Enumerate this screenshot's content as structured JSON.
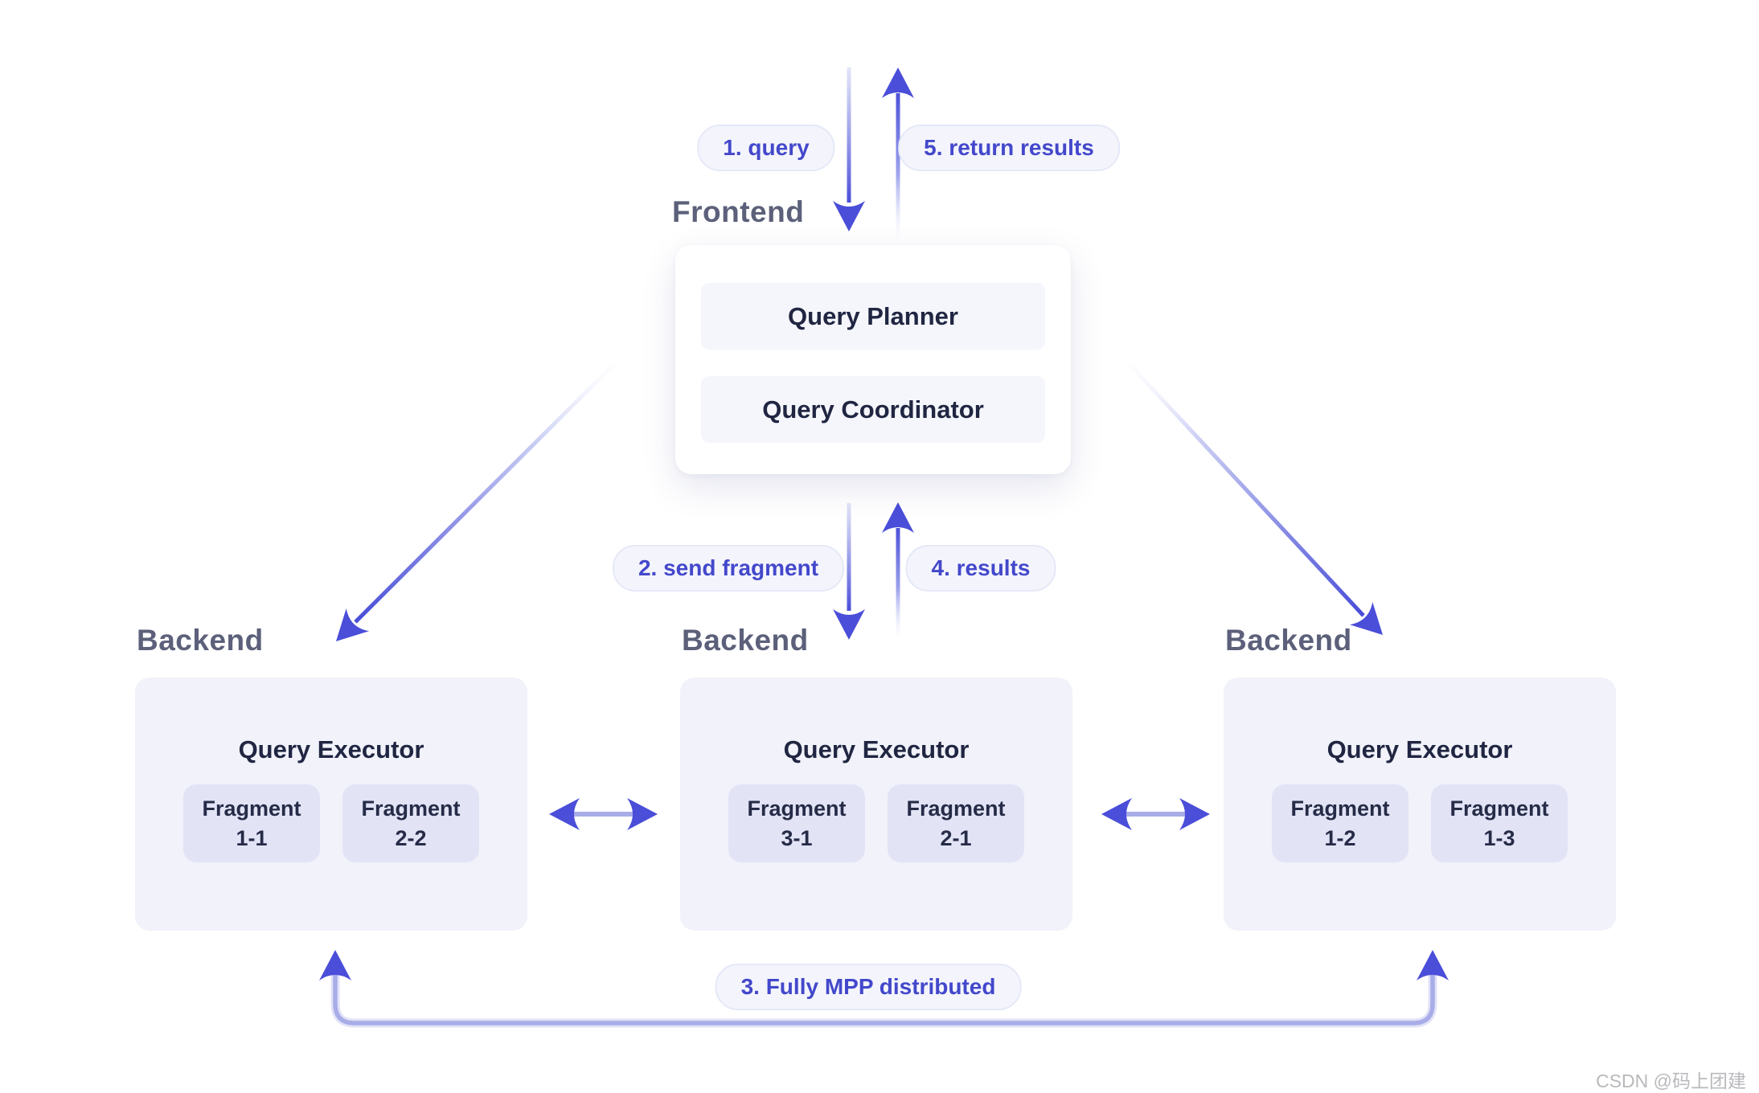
{
  "diagram": {
    "frontend": {
      "label": "Frontend",
      "components": {
        "planner": "Query Planner",
        "coordinator": "Query Coordinator"
      }
    },
    "backends": [
      {
        "label": "Backend",
        "title": "Query Executor",
        "fragments": [
          {
            "word": "Fragment",
            "id": "1-1"
          },
          {
            "word": "Fragment",
            "id": "2-2"
          }
        ]
      },
      {
        "label": "Backend",
        "title": "Query Executor",
        "fragments": [
          {
            "word": "Fragment",
            "id": "3-1"
          },
          {
            "word": "Fragment",
            "id": "2-1"
          }
        ]
      },
      {
        "label": "Backend",
        "title": "Query Executor",
        "fragments": [
          {
            "word": "Fragment",
            "id": "1-2"
          },
          {
            "word": "Fragment",
            "id": "1-3"
          }
        ]
      }
    ],
    "steps": {
      "query": "1. query",
      "send_fragment": "2. send fragment",
      "mpp": "3. Fully MPP distributed",
      "results": "4. results",
      "return_results": "5. return results"
    },
    "colors": {
      "arrow_solid": "#4a4ed8",
      "arrow_light": "#a8ade8",
      "pill_text": "#4348cb",
      "pill_bg": "#f4f5fc",
      "card_bg": "#f1f2fa",
      "chip_bg": "#e2e4f6",
      "label_text": "#5c607a",
      "title_text": "#202642"
    }
  },
  "watermark": "CSDN @码上团建"
}
